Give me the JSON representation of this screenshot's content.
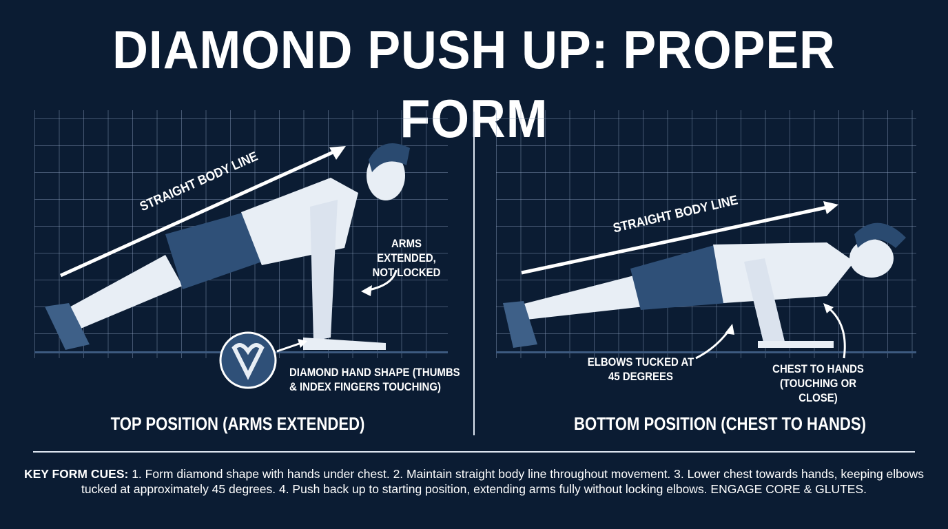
{
  "title": "DIAMOND PUSH UP: PROPER FORM",
  "colors": {
    "background": "#0b1c33",
    "grid": "#8ca0be",
    "text": "#ffffff",
    "shorts": "#2f5078",
    "skin": "#e8eef5",
    "accent_line": "#dfe7f2"
  },
  "left_panel": {
    "caption": "TOP POSITION (ARMS EXTENDED)",
    "body_line_label": "STRAIGHT BODY LINE",
    "arms_label_line1": "ARMS EXTENDED,",
    "arms_label_line2": "NOT LOCKED",
    "hand_label_line1": "DIAMOND HAND SHAPE (THUMBS",
    "hand_label_line2": "& INDEX FINGERS TOUCHING)",
    "hand_icon": "diamond-hands-icon"
  },
  "right_panel": {
    "caption": "BOTTOM POSITION (CHEST TO HANDS)",
    "body_line_label": "STRAIGHT BODY LINE",
    "elbows_label_line1": "ELBOWS TUCKED AT",
    "elbows_label_line2": "45 DEGREES",
    "chest_label_line1": "CHEST TO HANDS",
    "chest_label_line2": "(TOUCHING OR CLOSE)"
  },
  "key_cues": {
    "heading": "KEY FORM CUES:",
    "text": " 1. Form diamond shape with hands under chest. 2. Maintain straight body line throughout movement. 3. Lower chest towards hands, keeping elbows tucked at approximately 45 degrees. 4. Push back up to starting position, extending arms fully without locking elbows. ENGAGE CORE & GLUTES."
  }
}
